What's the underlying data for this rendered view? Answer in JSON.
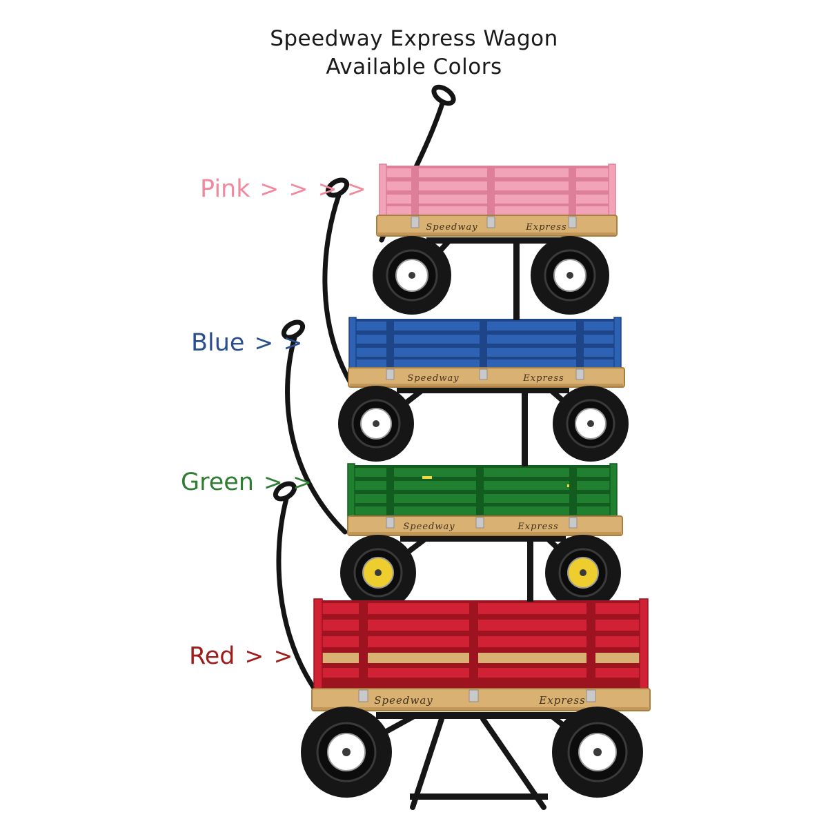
{
  "title": {
    "line1": "Speedway Express Wagon",
    "line2": "Available Colors"
  },
  "colors": {
    "background": "#ffffff",
    "title_text": "#1a1a1a",
    "wood": "#d9b173",
    "wood_edge": "#a97e3f",
    "tire": "#161616",
    "metal": "#c9c9c9",
    "brand_text": "#42301a",
    "handle": "#141414"
  },
  "wagons": [
    {
      "name": "Pink",
      "arrows": "> > > >",
      "label_color": "#f2889e",
      "body_color": "#f3a3b8",
      "body_dark": "#dd7f99",
      "hub_color": "#ffffff",
      "brand_left": "Speedway",
      "brand_right": "Express"
    },
    {
      "name": "Blue",
      "arrows": "> >",
      "label_color": "#2b4f8e",
      "body_color": "#2d62b4",
      "body_dark": "#1d4587",
      "hub_color": "#ffffff",
      "brand_left": "Speedway",
      "brand_right": "Express"
    },
    {
      "name": "Green",
      "arrows": "> >",
      "label_color": "#2f7d33",
      "body_color": "#20802f",
      "body_dark": "#135c1f",
      "hub_color": "#eecd2e",
      "brand_left": "Speedway",
      "brand_right": "Express"
    },
    {
      "name": "Red",
      "arrows": "> >",
      "label_color": "#9e1b1b",
      "body_color": "#d02234",
      "body_dark": "#9e1320",
      "hub_color": "#ffffff",
      "brand_left": "Speedway",
      "brand_right": "Express"
    }
  ]
}
